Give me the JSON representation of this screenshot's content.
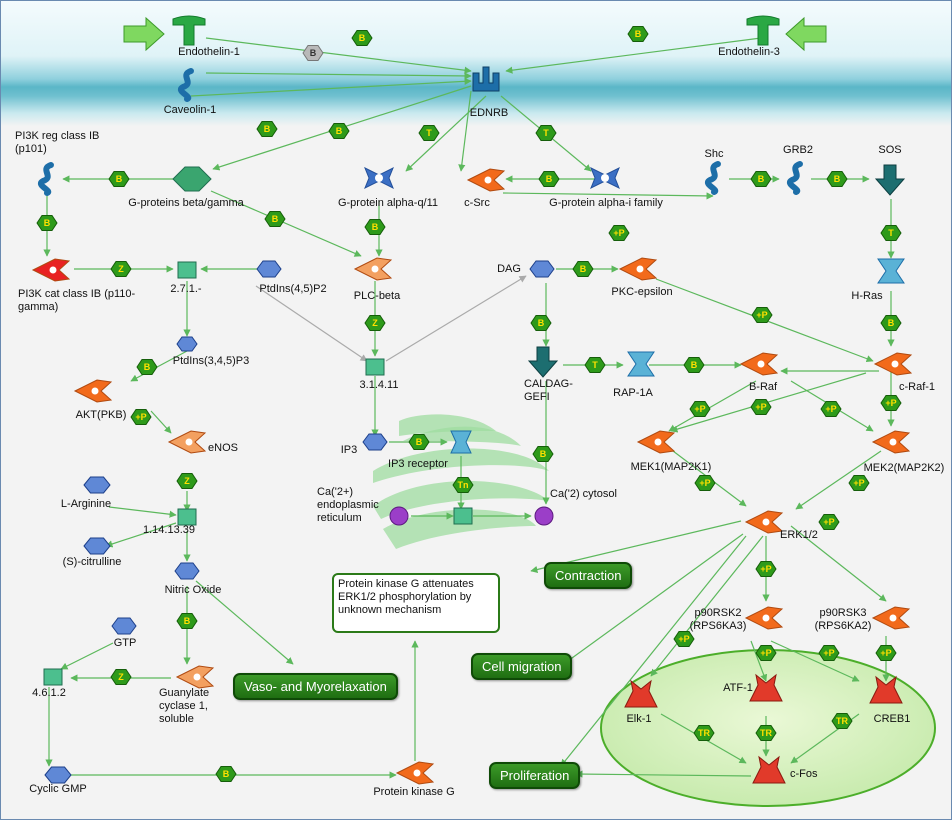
{
  "nodes": {
    "endothelin1": "Endothelin-1",
    "endothelin3": "Endothelin-3",
    "caveolin1": "Caveolin-1",
    "ednrb": "EDNRB",
    "pi3k_reg": "PI3K reg class IB (p101)",
    "gbg": "G-proteins beta/gamma",
    "gq": "G-protein alpha-q/11",
    "csrc": "c-Src",
    "gi": "G-protein alpha-i family",
    "shc": "Shc",
    "grb2": "GRB2",
    "sos": "SOS",
    "pi3k_cat": "PI3K cat class IB (p110-gamma)",
    "e2710": "2.7.1.-",
    "pip2": "PtdIns(4,5)P2",
    "plcb": "PLC-beta",
    "dag": "DAG",
    "pkce": "PKC-epsilon",
    "hras": "H-Ras",
    "pip3": "PtdIns(3,4,5)P3",
    "e31411": "3.1.4.11",
    "akt": "AKT(PKB)",
    "enos": "eNOS",
    "caldag": "CALDAG-GEFI",
    "rap1a": "RAP-1A",
    "braf": "B-Raf",
    "craf": "c-Raf-1",
    "ip3": "IP3",
    "ip3r": "IP3 receptor",
    "mek1": "MEK1(MAP2K1)",
    "mek2": "MEK2(MAP2K2)",
    "larg": "L-Arginine",
    "ca_er": "Ca('2+) endoplasmic reticulum",
    "ca_cyt": "Ca('2) cytosol",
    "e1141339": "1.14.13.39",
    "citrulline": "(S)-citrulline",
    "erk": "ERK1/2",
    "no": "Nitric Oxide",
    "gtp": "GTP",
    "p90rsk2": "p90RSK2 (RPS6KA3)",
    "p90rsk3": "p90RSK3 (RPS6KA2)",
    "e4612": "4.6.1.2",
    "gcs": "Guanylate cyclase 1, soluble",
    "atf1": "ATF-1",
    "elk1": "Elk-1",
    "creb1": "CREB1",
    "cgmp": "Cyclic GMP",
    "pkg": "Protein kinase G",
    "cfos": "c-Fos"
  },
  "processes": {
    "contraction": "Contraction",
    "migration": "Cell migration",
    "vaso": "Vaso- and Myorelaxation",
    "proliferation": "Proliferation"
  },
  "note": "Protein kinase G attenuates ERK1/2 phosphorylation by unknown mechanism",
  "badge_codes": {
    "binding": "B",
    "activation": "+P",
    "transformation": "T",
    "catalysis": "Z",
    "transcription": "TR",
    "transport": "Tn"
  },
  "colors": {
    "edge": "#5cb85c",
    "edge_gray": "#aaaaaa",
    "badge": "#2e9a1a",
    "badge_text": "#ffe000",
    "ligand": "#2aa844",
    "receptor": "#1d6ea8",
    "kinase": "#f26a1b",
    "gprotein": "#3b6fc4",
    "enzyme_box": "#4cbf8e",
    "tf": "#e13a2a",
    "process": "#2a8a1a"
  }
}
